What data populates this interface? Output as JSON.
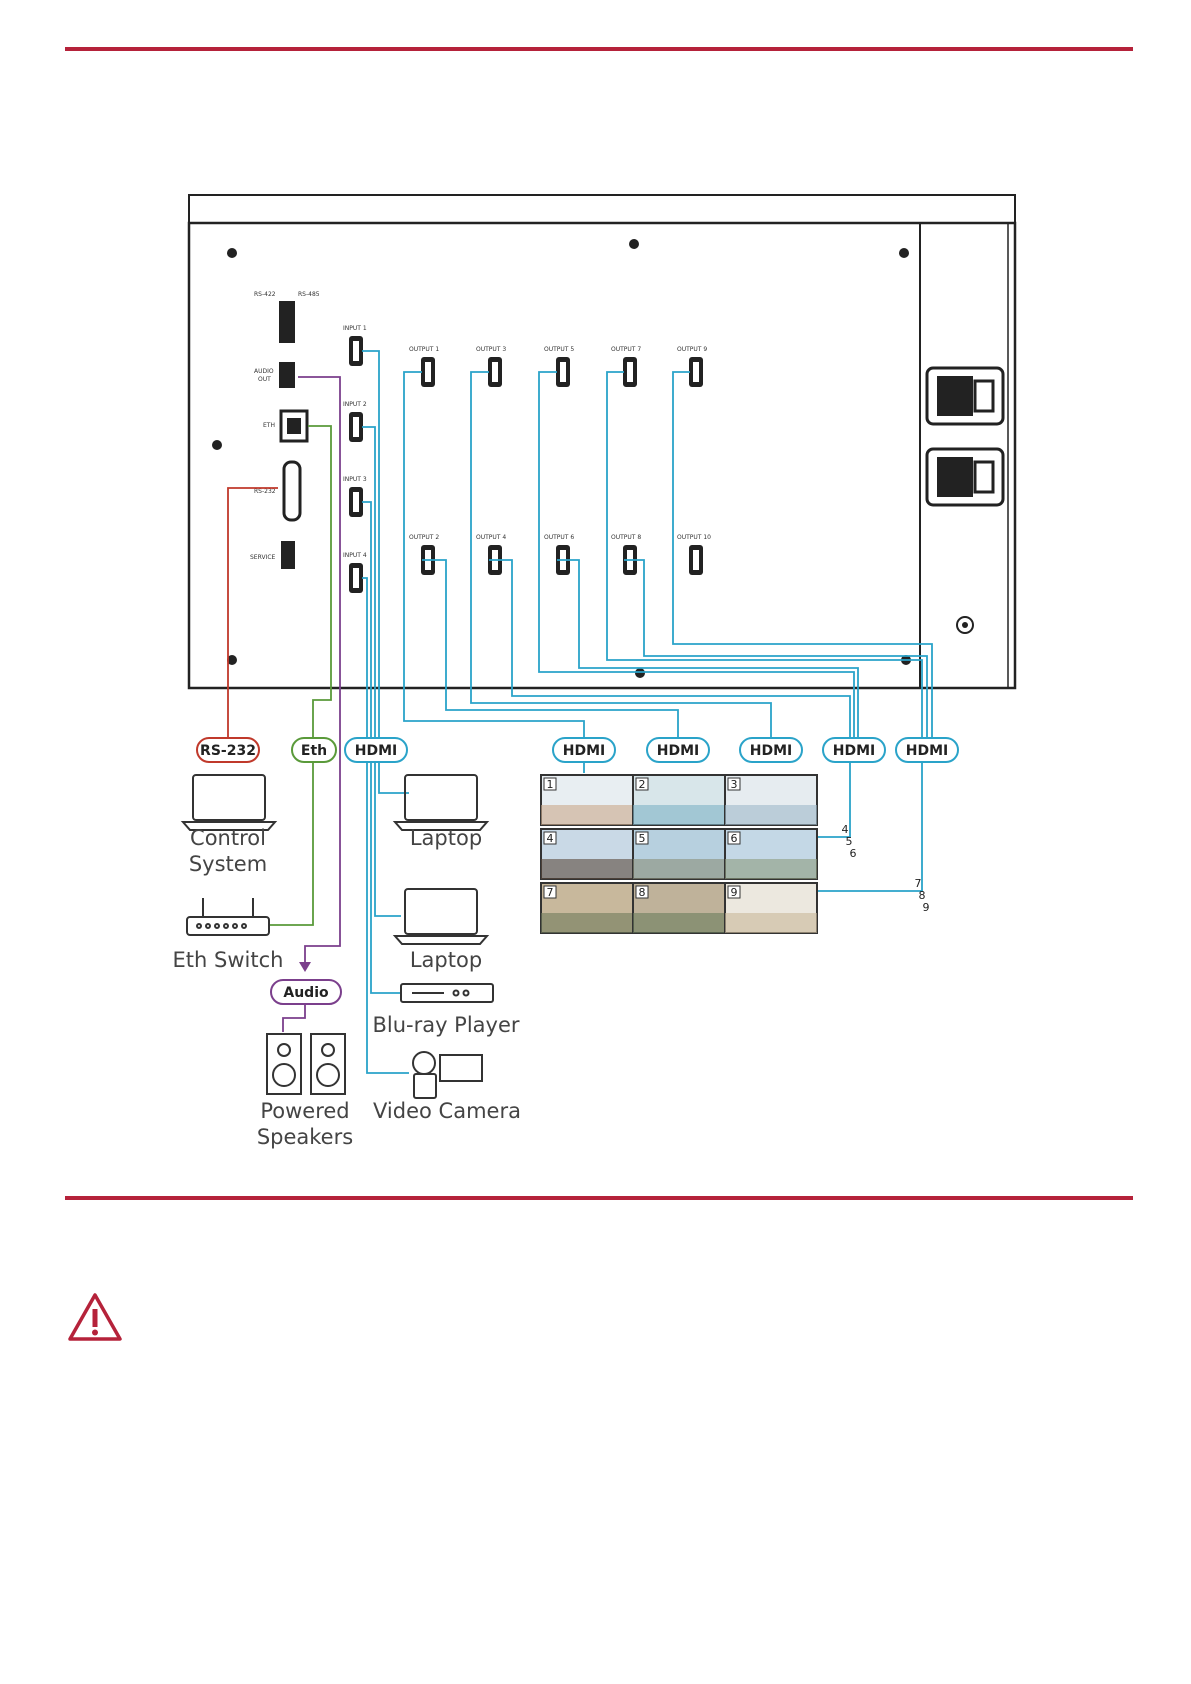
{
  "panel": {
    "labels": {
      "rs422": "RS-422",
      "rs485": "RS-485",
      "audio_out_1": "AUDIO",
      "audio_out_2": "OUT",
      "eth": "ETH",
      "rs232": "RS-232",
      "service": "SERVICE"
    },
    "inputs": [
      "INPUT 1",
      "INPUT 2",
      "INPUT 3",
      "INPUT 4"
    ],
    "outputs": [
      "OUTPUT 1",
      "OUTPUT 2",
      "OUTPUT 3",
      "OUTPUT 4",
      "OUTPUT 5",
      "OUTPUT 6",
      "OUTPUT 7",
      "OUTPUT 8",
      "OUTPUT 9",
      "OUTPUT 10"
    ]
  },
  "pills": {
    "rs232": "RS-232",
    "eth": "Eth",
    "hdmi_in": "HDMI",
    "hdmi_out": [
      "HDMI",
      "HDMI",
      "HDMI",
      "HDMI",
      "HDMI"
    ],
    "audio": "Audio"
  },
  "devices": {
    "control_1": "Control",
    "control_2": "System",
    "eth_switch": "Eth Switch",
    "laptop_1": "Laptop",
    "laptop_2": "Laptop",
    "bluray": "Blu-ray Player",
    "camera": "Video Camera",
    "speakers_1": "Powered",
    "speakers_2": "Speakers"
  },
  "videowall": {
    "tiles": [
      "1",
      "2",
      "3",
      "4",
      "5",
      "6",
      "7",
      "8",
      "9"
    ],
    "line_numbers": [
      "4",
      "5",
      "6",
      "7",
      "8",
      "9"
    ]
  },
  "colors": {
    "accent": "#b5223a",
    "hdmi": "#2aa3c9",
    "eth": "#5a9a3a",
    "rs232": "#c0392b",
    "audio": "#7b3f8c"
  },
  "icons": [
    "warning-triangle-icon"
  ]
}
